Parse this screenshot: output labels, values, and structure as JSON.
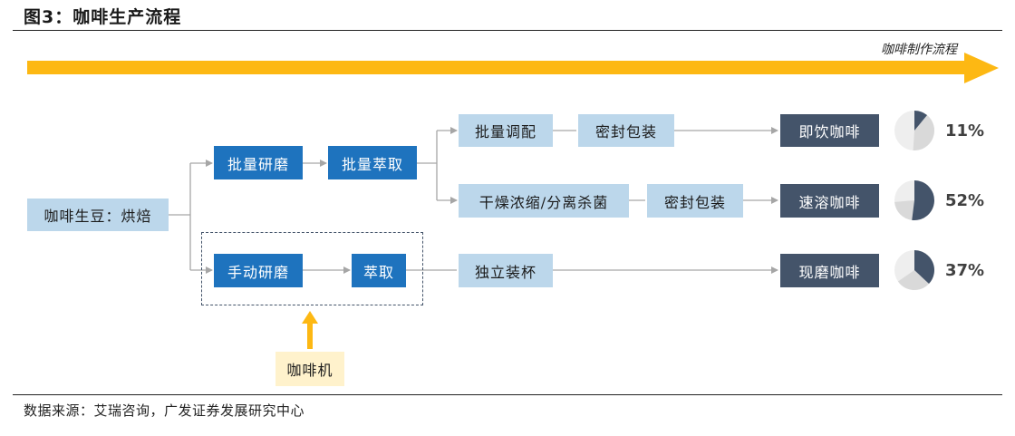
{
  "title": "图3：咖啡生产流程",
  "flow_label": "咖啡制作流程",
  "source": "数据来源：艾瑞咨询，广发证券发展研究中心",
  "nodes": {
    "beans": "咖啡生豆：烘焙",
    "batch_grind": "批量研磨",
    "batch_extract": "批量萃取",
    "batch_mix": "批量调配",
    "seal_pack_1": "密封包装",
    "dry_concentrate": "干燥浓缩/分离杀菌",
    "seal_pack_2": "密封包装",
    "manual_grind": "手动研磨",
    "extract": "萃取",
    "cup_pack": "独立装杯",
    "coffee_machine": "咖啡机",
    "instant": "即饮咖啡",
    "soluble": "速溶咖啡",
    "fresh": "现磨咖啡"
  },
  "shares": [
    {
      "product": "即饮咖啡",
      "label": "11%",
      "value": 0.11
    },
    {
      "product": "速溶咖啡",
      "label": "52%",
      "value": 0.52
    },
    {
      "product": "现磨咖啡",
      "label": "37%",
      "value": 0.37
    }
  ],
  "colors": {
    "arrow": "#fdb813",
    "light_box": "#bcd7eb",
    "dark_box": "#1e73be",
    "product_box": "#44546a",
    "machine_box": "#fff2cc",
    "pie_fill": "#44546a",
    "pie_rest": "#d9d9d9",
    "pie_rest_light": "#eeeeee"
  }
}
